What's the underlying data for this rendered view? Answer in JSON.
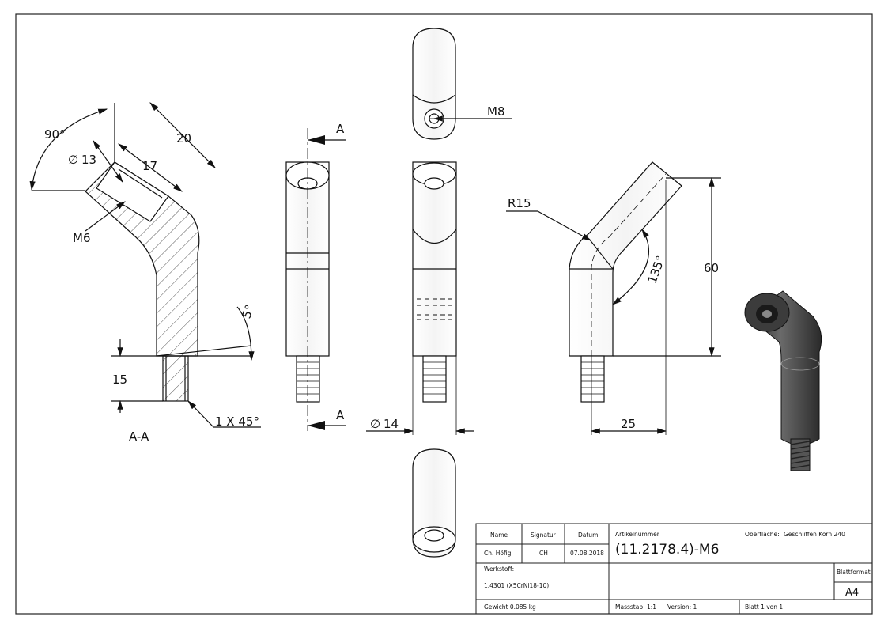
{
  "sectionView": {
    "label": "A-A",
    "angle_90": "90°",
    "dia_13": "13",
    "dim_20": "20",
    "dim_17": "17",
    "thread_m6": "M6",
    "angle_5": "5°",
    "dim_15": "15",
    "chamfer": "1 X 45°"
  },
  "frontView": {
    "section_marker_top": "A",
    "section_marker_bottom": "A"
  },
  "topView": {
    "thread_m8": "M8"
  },
  "sideView": {
    "dia_14": "14"
  },
  "angledView": {
    "radius": "R15",
    "angle_135": "135°",
    "height_60": "60",
    "width_25": "25"
  },
  "titleBlock": {
    "hdr_name": "Name",
    "hdr_signatur": "Signatur",
    "hdr_datum": "Datum",
    "name": "Ch. Höfig",
    "signatur": "CH",
    "datum": "07.08.2018",
    "artikel_label": "Artikelnummer",
    "artikelnummer": "(11.2178.4)-M6",
    "oberflaeche_label": "Oberfläche:",
    "oberflaeche": "Geschliffen Korn 240",
    "werkstoff_label": "Werkstoff:",
    "werkstoff": "1.4301 (X5CrNi18-10)",
    "blattformat_label": "Blattformat",
    "blattformat": "A4",
    "gewicht": "Gewicht 0.085 kg",
    "massstab": "Massstab: 1:1",
    "version": "Version: 1",
    "blatt": "Blatt 1 von 1"
  }
}
